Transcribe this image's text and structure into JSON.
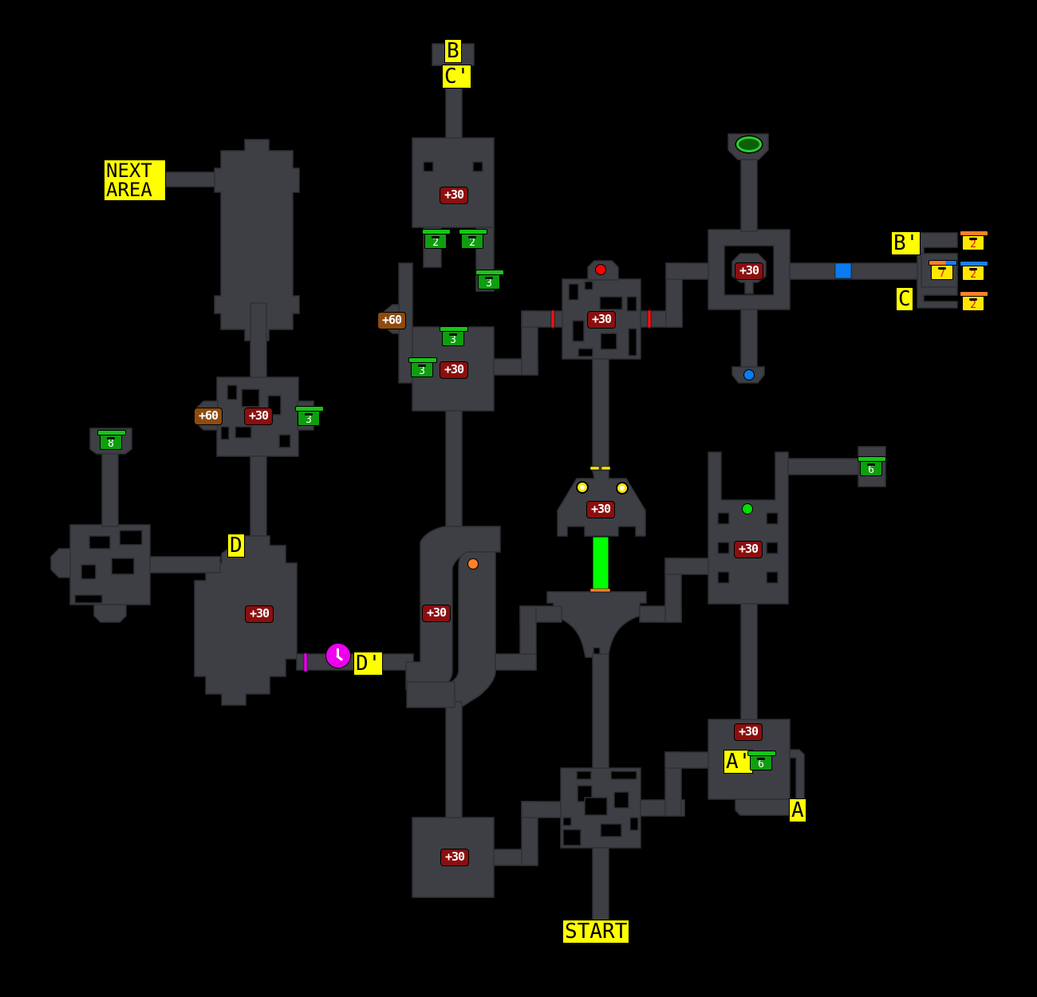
{
  "map": {
    "title": "Dungeon Map",
    "colors": {
      "background": "#000000",
      "floor": "#3d3f44",
      "label_bg": "#ffff00",
      "bonus_red": "#8b0f0f",
      "bonus_brown": "#8e4b10",
      "chest_green": "#0f9e0f",
      "chest_gold": "#ffe600",
      "green_barrier": "#00ff00",
      "clock": "#ee00ee",
      "blue_switch": "#0078ff",
      "red_switch": "#ff0000",
      "orange_switch": "#ff7f2a",
      "green_switch": "#00e000"
    },
    "labels": {
      "next_area": "NEXT\nAREA",
      "start": "START",
      "b": "B",
      "c_prime": "C'",
      "b_prime": "B'",
      "c": "C",
      "a": "A",
      "a_prime": "A'",
      "d": "D",
      "d_prime": "D'"
    },
    "time_bonuses": [
      {
        "id": "north-room",
        "text": "+30",
        "kind": "red"
      },
      {
        "id": "west-corridor",
        "text": "+60",
        "kind": "brown"
      },
      {
        "id": "north-lower",
        "text": "+30",
        "kind": "red"
      },
      {
        "id": "red-door-room",
        "text": "+30",
        "kind": "red"
      },
      {
        "id": "east-ring-room",
        "text": "+30",
        "kind": "red"
      },
      {
        "id": "west-maze-room",
        "text": "+60",
        "kind": "brown"
      },
      {
        "id": "west-maze-center",
        "text": "+30",
        "kind": "red"
      },
      {
        "id": "barrier-room",
        "text": "+30",
        "kind": "red"
      },
      {
        "id": "green-switch-room",
        "text": "+30",
        "kind": "red"
      },
      {
        "id": "d-room",
        "text": "+30",
        "kind": "red"
      },
      {
        "id": "curved-corridor",
        "text": "+30",
        "kind": "red"
      },
      {
        "id": "a-prime-room",
        "text": "+30",
        "kind": "red"
      },
      {
        "id": "southwest-room",
        "text": "+30",
        "kind": "red"
      }
    ],
    "chests": [
      {
        "id": "north-left",
        "count": "2",
        "kind": "green"
      },
      {
        "id": "north-right",
        "count": "2",
        "kind": "green"
      },
      {
        "id": "north-alcove",
        "count": "3",
        "kind": "green"
      },
      {
        "id": "north-lower-top",
        "count": "3",
        "kind": "green"
      },
      {
        "id": "north-lower-left",
        "count": "3",
        "kind": "green"
      },
      {
        "id": "west-maze-east",
        "count": "3",
        "kind": "green"
      },
      {
        "id": "far-west",
        "count": "8",
        "kind": "green"
      },
      {
        "id": "east-branch",
        "count": "6",
        "kind": "green"
      },
      {
        "id": "a-prime",
        "count": "6",
        "kind": "green"
      },
      {
        "id": "east-gold-center",
        "count": "7",
        "kind": "gold"
      },
      {
        "id": "east-gold-top",
        "count": "2",
        "kind": "gold"
      },
      {
        "id": "east-gold-middle",
        "count": "2",
        "kind": "gold"
      },
      {
        "id": "east-gold-bottom",
        "count": "2",
        "kind": "gold"
      }
    ]
  }
}
